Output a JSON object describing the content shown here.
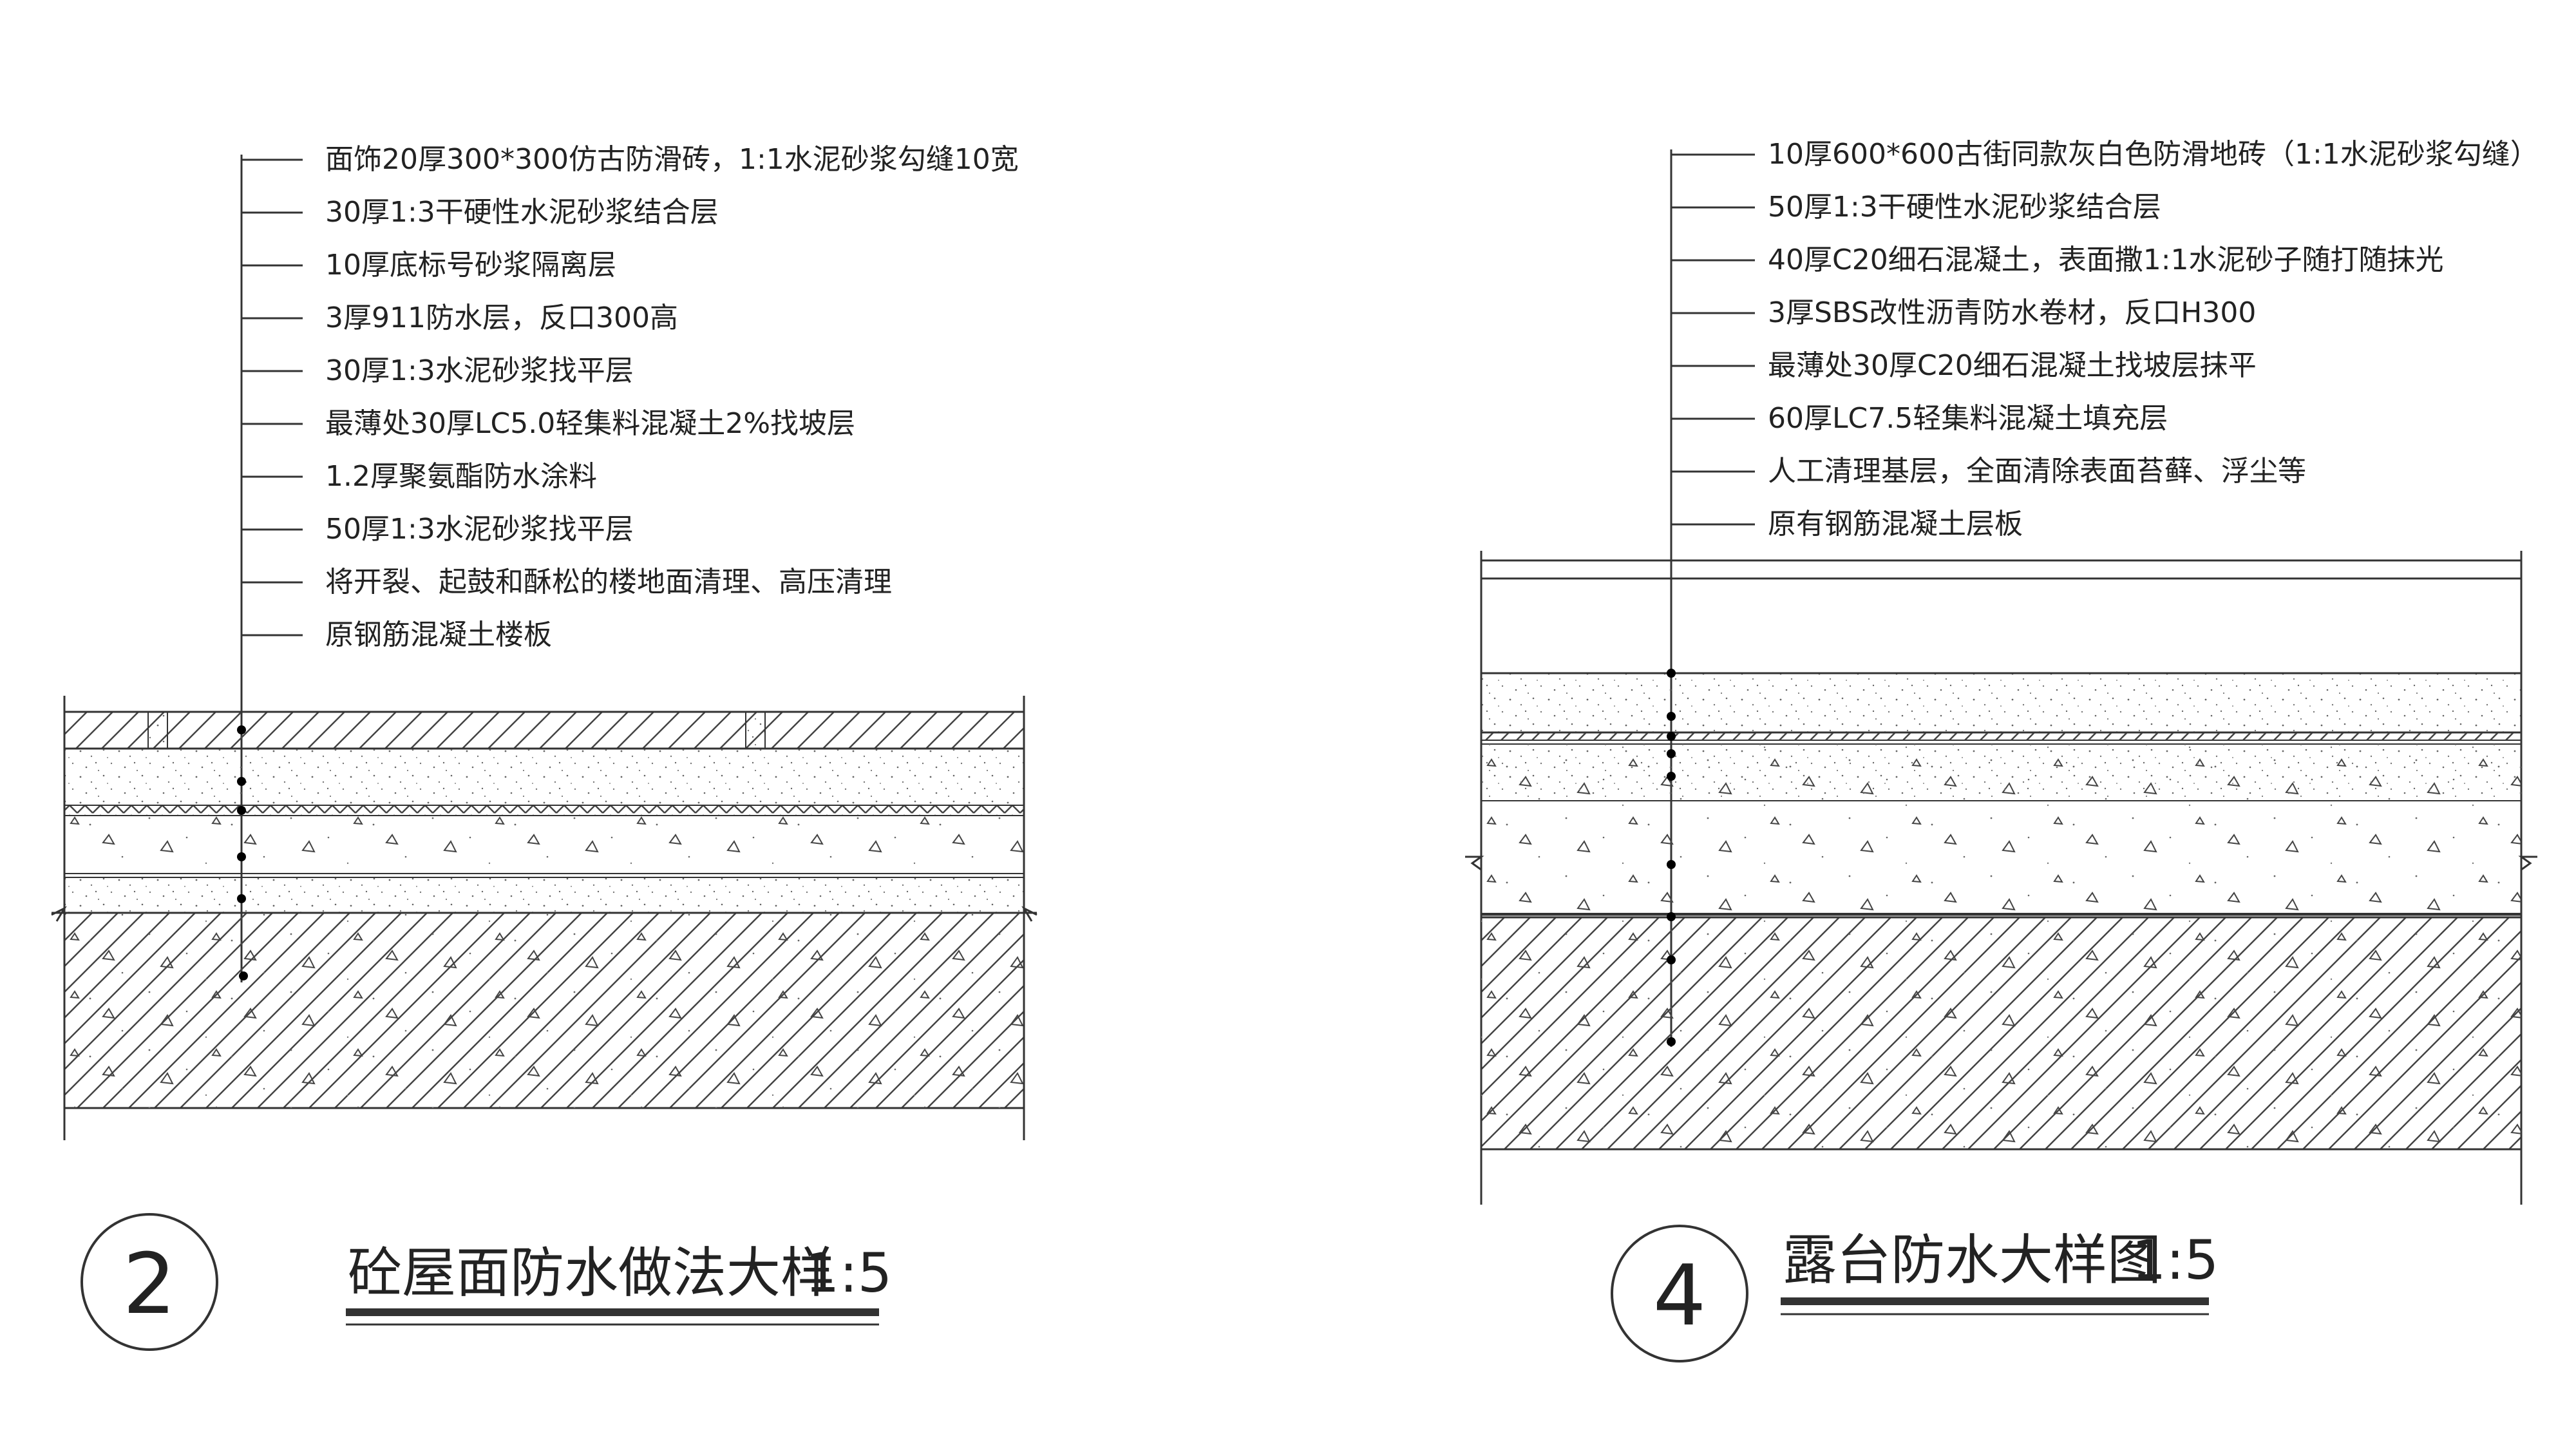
{
  "detail_2": {
    "number": "2",
    "title": "砼屋面防水做法大样",
    "scale": "1:5",
    "layers": [
      "面饰20厚300*300仿古防滑砖，1:1水泥砂浆勾缝10宽",
      "30厚1:3干硬性水泥砂浆结合层",
      "10厚底标号砂浆隔离层",
      "3厚911防水层，反口300高",
      "30厚1:3水泥砂浆找平层",
      "最薄处30厚LC5.0轻集料混凝土2%找坡层",
      "1.2厚聚氨酯防水涂料",
      "50厚1:3水泥砂浆找平层",
      "将开裂、起鼓和酥松的楼地面清理、高压清理",
      "原钢筋混凝土楼板"
    ]
  },
  "detail_4": {
    "number": "4",
    "title": "露台防水大样图",
    "scale": "1:5",
    "layers": [
      "10厚600*600古街同款灰白色防滑地砖（1:1水泥砂浆勾缝）",
      "50厚1:3干硬性水泥砂浆结合层",
      "40厚C20细石混凝土，表面撒1:1水泥砂子随打随抹光",
      "3厚SBS改性沥青防水卷材，反口H300",
      "最薄处30厚C20细石混凝土找坡层抹平",
      "60厚LC7.5轻集料混凝土填充层",
      "人工清理基层，全面清除表面苔藓、浮尘等",
      "原有钢筋混凝土层板"
    ]
  }
}
